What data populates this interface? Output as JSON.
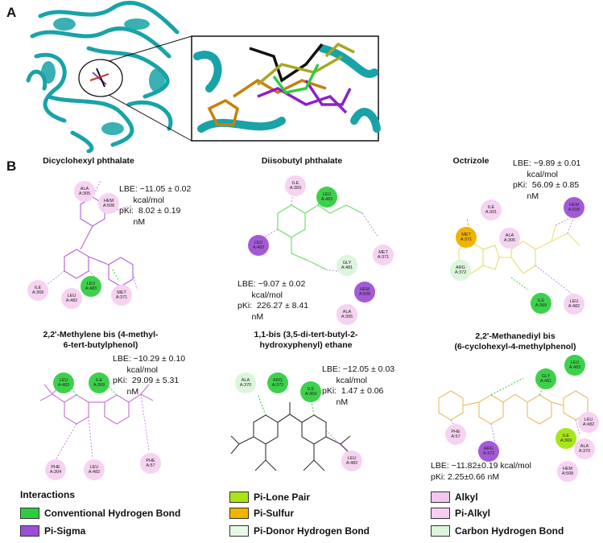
{
  "panel_a": {
    "letter": "A"
  },
  "panel_b": {
    "letter": "B"
  },
  "colors": {
    "protein": "#18a3a8",
    "conventional_h_bond": "#2ecc40",
    "pi_sigma": "#9b4fd8",
    "pi_lone_pair": "#a8e619",
    "pi_sulfur": "#f0b400",
    "pi_donor_h_bond": "#e6f9e6",
    "alkyl": "#f4c6f0",
    "pi_alkyl": "#f7cdf5",
    "carbon_h_bond": "#dcf5dc"
  },
  "compounds": [
    {
      "title": "Dicyclohexyl phthalate",
      "lbe": "LBE: −11.05 ± 0.02\n      kcal/mol\npKi:  8.02 ± 0.19\n      nM",
      "residues": [
        "ALA\nA:305",
        "HEM\nA:508",
        "ILE\nA:369",
        "LEU\nA:482",
        "LEU\nA:483",
        "MET\nA:371"
      ]
    },
    {
      "title": "Diisobutyl phthalate",
      "lbe": "LBE: −9.07 ± 0.02\n      kcal/mol\npKi:  226.27 ± 8.41\n      nM",
      "residues": [
        "ILE\nA:369",
        "LEU\nA:483",
        "LEU\nA:482",
        "MET\nA:371",
        "GLY\nA:481",
        "HEM\nA:508",
        "ALA\nA:305"
      ]
    },
    {
      "title": "Octrizole",
      "lbe": "LBE: −9.89 ± 0.01\n      kcal/mol\npKi:  56.09 ± 0.85\n      nM",
      "residues": [
        "ILE\nA:301",
        "MET\nA:371",
        "ALA\nA:305",
        "HEM\nA:508",
        "ARG\nA:372",
        "ILE\nA:369",
        "LEU\nA:482"
      ]
    },
    {
      "title": "2,2'-Methylene bis (4-methyl-\n6-tert-butylphenol)",
      "lbe": "LBE: −10.29 ± 0.10\n      kcal/mol\npKi:  29.09 ± 5.31\n      nM",
      "residues": [
        "LEU\nA:483",
        "ILE\nA:369",
        "PHE\nA:304",
        "LEU\nA:482",
        "PHE\nA:57"
      ]
    },
    {
      "title": "1,1-bis (3,5-di-tert-butyl-2-\nhydroxyphenyl) ethane",
      "lbe": "LBE: −12.05 ± 0.03\n      kcal/mol\npKi:  1.47 ± 0.06\n      nM",
      "residues": [
        "ALA\nA:370",
        "ARG\nA:372",
        "ILE\nA:369",
        "LEU\nA:482"
      ]
    },
    {
      "title": "2,2'-Methanediyl bis\n(6-cyclohexyl-4-methylphenol)",
      "lbe": "LBE: −11.82±0.19 kcal/mol\npKi: 2.25±0.66 nM",
      "residues": [
        "GLY\nA:481",
        "LEU\nA:483",
        "LEU\nA:482",
        "PHE\nA:57",
        "ILE\nA:369",
        "ALA\nA:370",
        "ARG\nA:372",
        "HEM\nA:508"
      ]
    }
  ],
  "legend": {
    "title": "Interactions",
    "items": [
      "Conventional Hydrogen Bond",
      "Pi-Sigma",
      "Pi-Lone Pair",
      "Pi-Sulfur",
      "Pi-Donor Hydrogen Bond",
      "Alkyl",
      "Pi-Alkyl",
      "Carbon Hydrogen Bond"
    ]
  }
}
